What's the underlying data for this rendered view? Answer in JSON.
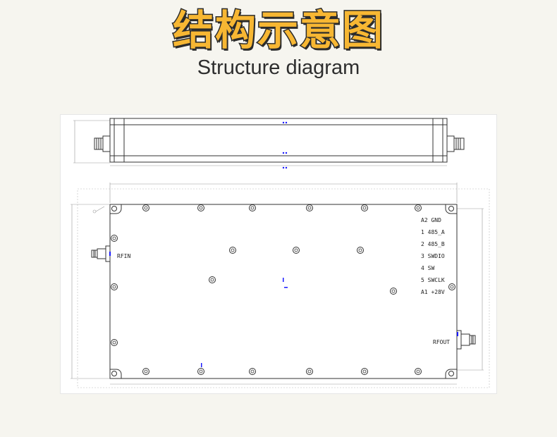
{
  "header": {
    "title_cn": "结构示意图",
    "title_en": "Structure diagram"
  },
  "drawing": {
    "port_in_label": "RFIN",
    "port_out_label": "RFOUT",
    "pin_labels": [
      "A2 GND",
      "1 485_A",
      "2 485_B",
      "3 SWDIO",
      "4 SW",
      "5 SWCLK",
      "A1 +28V"
    ],
    "accent_color": "#f7b733",
    "line_color": "#333333",
    "dimension_color": "#888888",
    "marker_color": "#1a1aff"
  }
}
